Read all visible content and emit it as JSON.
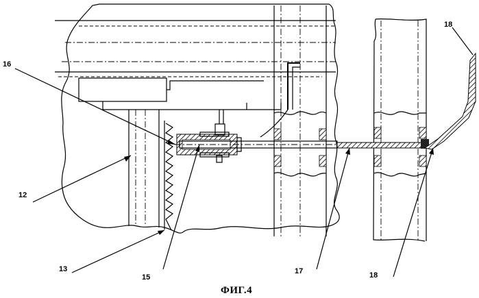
{
  "labels": {
    "l16": "16",
    "l12": "12",
    "l13": "13",
    "l15": "15",
    "l17": "17",
    "l18a": "18",
    "l18b": "18"
  },
  "caption": "ФИГ.4"
}
